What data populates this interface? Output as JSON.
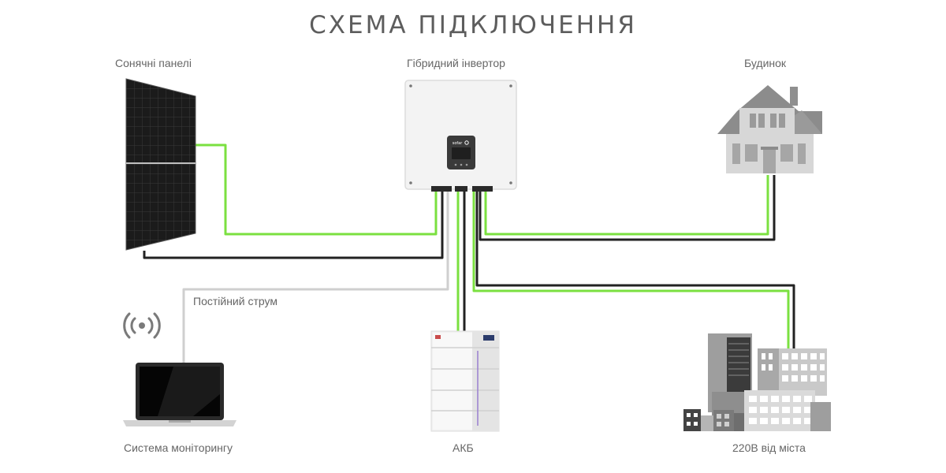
{
  "title": "СХЕМА ПІДКЛЮЧЕННЯ",
  "nodes": {
    "solar_panels": "Сонячні панелі",
    "inverter": "Гібридний інвертор",
    "house": "Будинок",
    "monitoring": "Система моніторингу",
    "battery": "АКБ",
    "grid": "220В від міста"
  },
  "wire_label": "Постійний струм",
  "inverter_brand": "SOFAR",
  "colors": {
    "phase_wire": "#7be040",
    "neutral_wire": "#222222",
    "data_wire": "#cfcfcf",
    "title": "#5d5d5d"
  }
}
